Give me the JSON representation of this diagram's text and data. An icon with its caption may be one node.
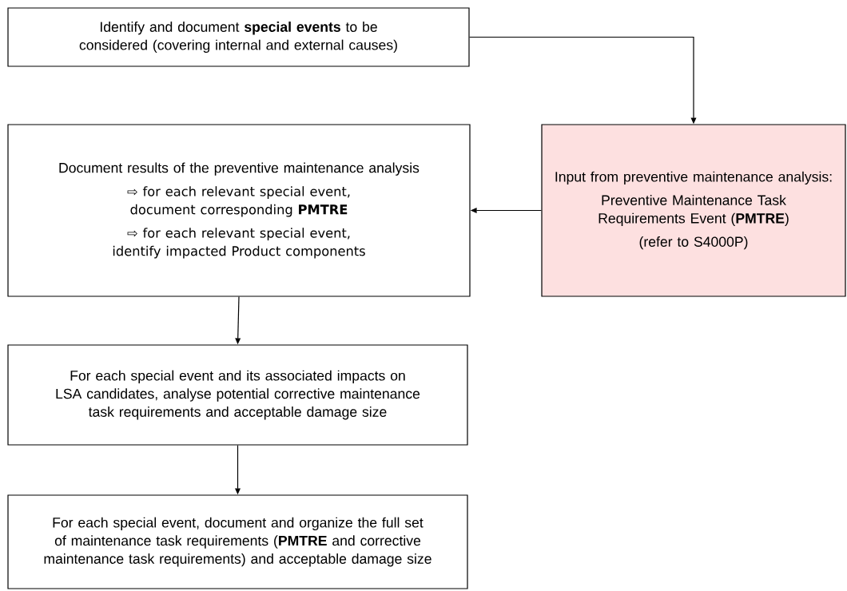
{
  "diagram": {
    "nodes": [
      {
        "text": [
          "Identify and document **special events** to be considered (covering internal and external causes)"
        ]
      },
      {
        "text": [
          "Document results of the preventive maintenance analysis",
          "⇨ for each relevant special event, document corresponding **PMTRE**",
          "⇨ for each relevant special event, identify impacted Product components"
        ]
      },
      {
        "text": [
          "Input from preventive maintenance analysis:",
          "Preventive Maintenance Task Requirements Event (**PMTRE**)",
          "(refer to S4000P)"
        ]
      },
      {
        "text": [
          "For each special event and its associated impacts on LSA candidates, analyse potential corrective maintenance task requirements and acceptable damage size"
        ]
      },
      {
        "text": [
          "For each special event, document and organize the full set of maintenance task requirements (**PMTRE** and corrective maintenance task requirements) and acceptable damage size"
        ]
      }
    ],
    "edges": [
      {
        "from": 0,
        "to": 2,
        "arrow": "to"
      },
      {
        "from": 2,
        "to": 1,
        "arrow": "to"
      },
      {
        "from": 1,
        "to": 3,
        "arrow": "to"
      },
      {
        "from": 3,
        "to": 4,
        "arrow": "to"
      }
    ]
  }
}
